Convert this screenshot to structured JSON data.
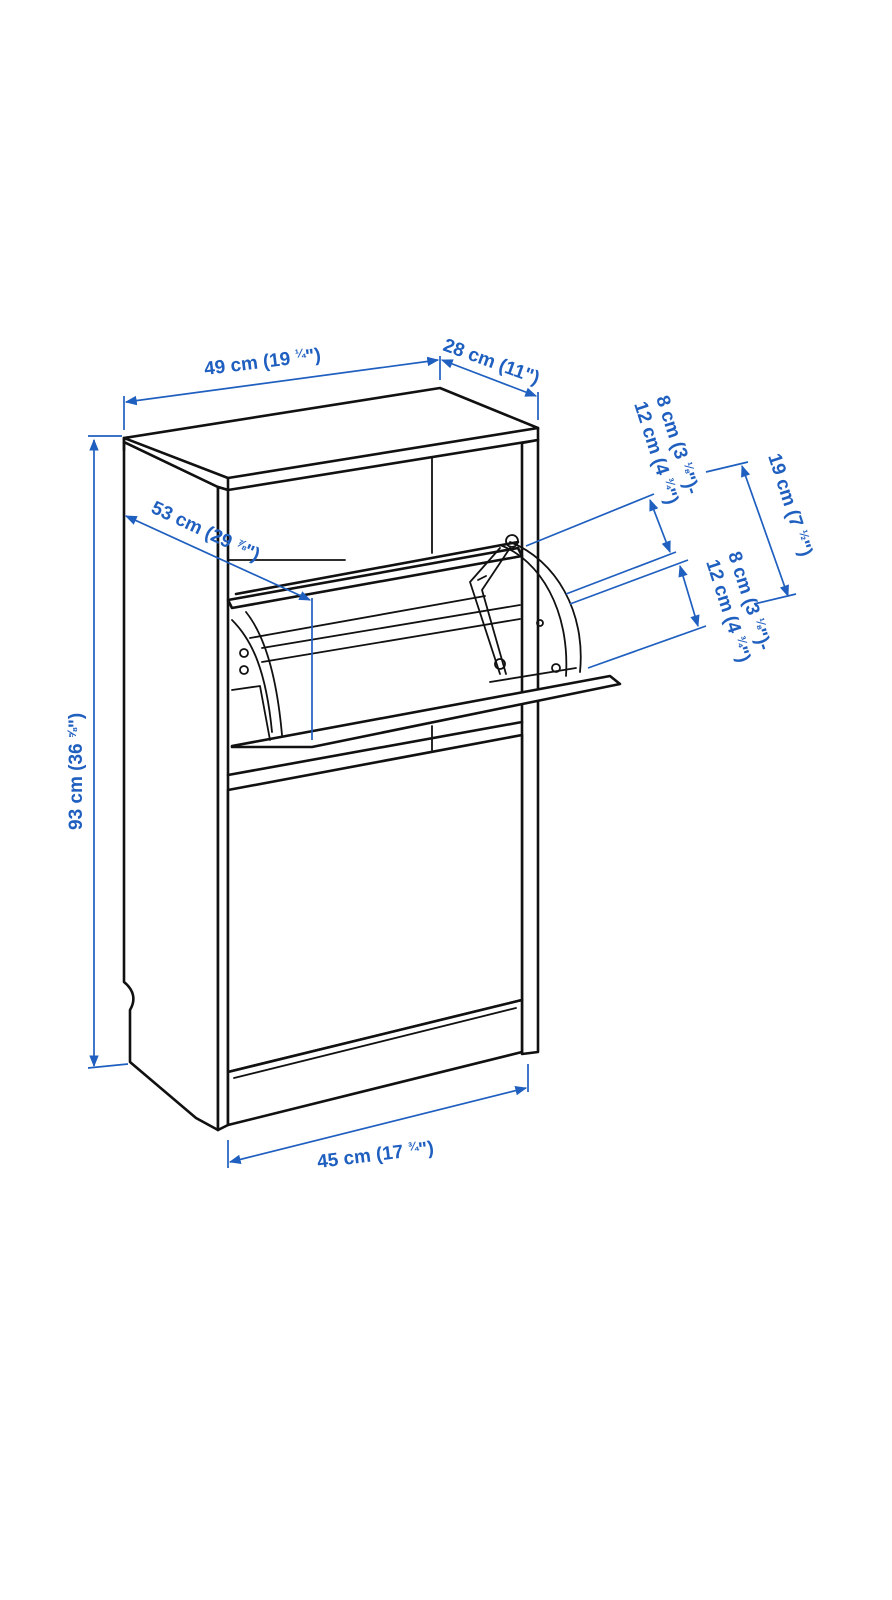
{
  "colors": {
    "dimension": "#1f5fbf",
    "outline": "#111111",
    "background": "#ffffff"
  },
  "dimensions": {
    "width_top": {
      "cm": "49 cm (19 ",
      "frac": "¼",
      "tail": "\")"
    },
    "depth": {
      "cm": "28 cm (11\")"
    },
    "height": {
      "cm": "93 cm (36 ",
      "frac": "⅝",
      "tail": "\")"
    },
    "depth_open": {
      "cm": "53 cm (29 ",
      "frac": "⅞",
      "tail": "\")"
    },
    "width_bottom": {
      "cm": "45 cm (17 ",
      "frac": "¾",
      "tail": "\")"
    },
    "shoe_upper_a": {
      "cm": "8 cm (3 ",
      "frac": "⅛",
      "tail": "\")-"
    },
    "shoe_upper_b": {
      "cm": "12 cm (4 ",
      "frac": "¾",
      "tail": "\")"
    },
    "compartment": {
      "cm": "19 cm (7 ",
      "frac": "½",
      "tail": "\")"
    },
    "shoe_lower_a": {
      "cm": "8 cm (3 ",
      "frac": "⅛",
      "tail": "\")-"
    },
    "shoe_lower_b": {
      "cm": "12 cm (4 ",
      "frac": "¾",
      "tail": "\")"
    }
  }
}
